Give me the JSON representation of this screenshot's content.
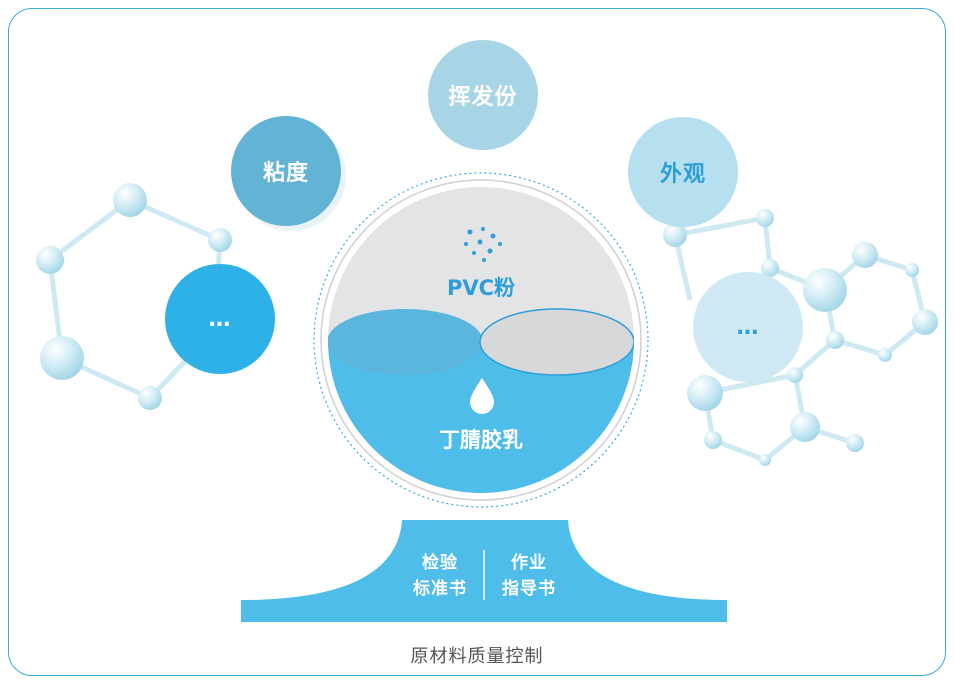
{
  "bubbles": {
    "top": "挥发份",
    "upper_left": "粘度",
    "upper_right": "外观",
    "lower_left": "…",
    "lower_right": "…"
  },
  "center": {
    "upper_label": "PVC粉",
    "lower_label": "丁腈胶乳"
  },
  "base": {
    "left_line1": "检验",
    "left_line2": "标准书",
    "right_line1": "作业",
    "right_line2": "指导书"
  },
  "caption": "原材料质量控制",
  "colors": {
    "frame": "#3aa8dc",
    "deep_blue": "#2eb1e6",
    "light_blue": "#b6dff0",
    "steel_blue": "#6cbbd8",
    "pvc_blue": "#2e9ed8",
    "gray": "#e3e4e6"
  }
}
